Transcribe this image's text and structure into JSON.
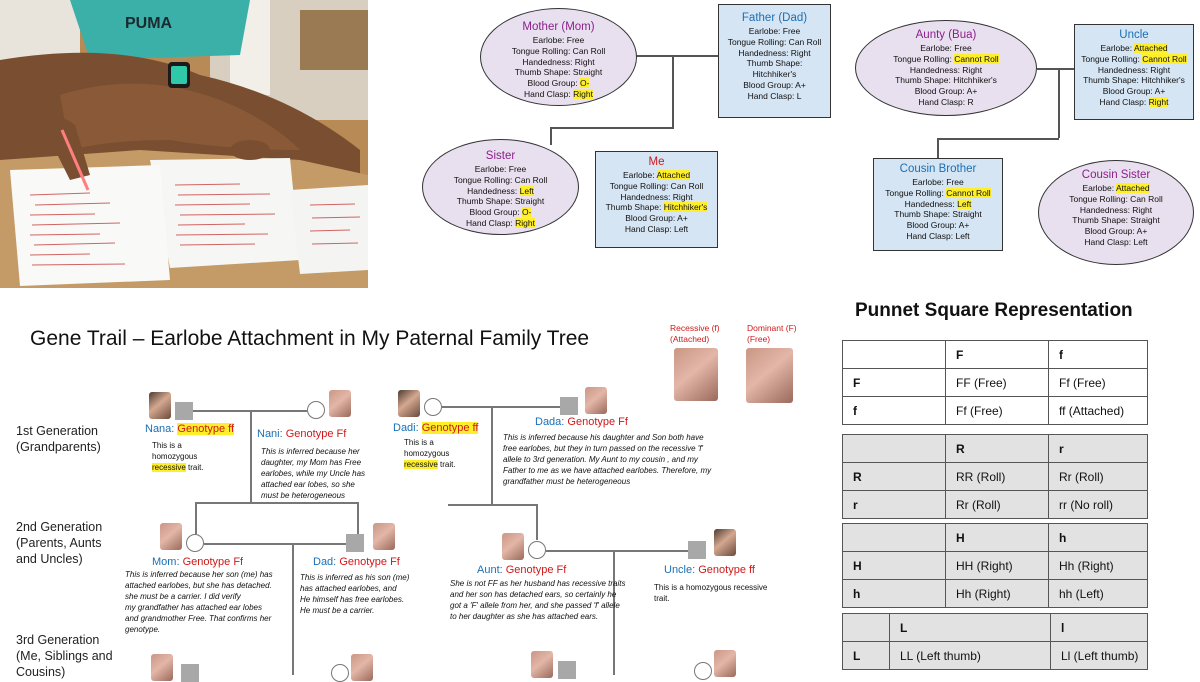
{
  "tree": {
    "mother": {
      "name": "Mother (Mom)",
      "lines": [
        "Earlobe: Free",
        "Tongue Rolling: Can Roll",
        "Handedness: Right",
        "Thumb Shape: Straight"
      ],
      "blood_label": "Blood Group: ",
      "blood_value": "O-",
      "clasp_label": "Hand Clasp: ",
      "clasp_value": "Right"
    },
    "father": {
      "name": "Father (Dad)",
      "lines": [
        "Earlobe: Free",
        "Tongue Rolling: Can Roll",
        "Handedness: Right",
        "Thumb Shape:",
        "Hitchhiker's",
        "Blood Group: A+",
        "Hand Clasp: L"
      ]
    },
    "aunty": {
      "name": "Aunty (Bua)",
      "earlobe": "Earlobe: Free",
      "tongue_label": "Tongue Rolling: ",
      "tongue_value": "Cannot Roll",
      "lines": [
        "Handedness: Right",
        "Thumb Shape: Hitchhiker's",
        "Blood Group: A+",
        "Hand Clasp: R"
      ]
    },
    "uncle": {
      "name": "Uncle",
      "earlobe_label": "Earlobe: ",
      "earlobe_value": "Attached",
      "tongue_label": "Tongue Rolling: ",
      "tongue_value": "Cannot Roll",
      "lines": [
        "Handedness: Right",
        "Thumb Shape: Hitchhiker's",
        "Blood Group: A+"
      ],
      "clasp_label": "Hand Clasp: ",
      "clasp_value": "Right"
    },
    "sister": {
      "name": "Sister",
      "lines": [
        "Earlobe: Free",
        "Tongue Rolling: Can Roll"
      ],
      "hand_label": "Handedness: ",
      "hand_value": "Left",
      "thumb": "Thumb Shape: Straight",
      "blood_label": "Blood Group: ",
      "blood_value": "O-",
      "clasp_label": "Hand Clasp: ",
      "clasp_value": "Right"
    },
    "me": {
      "name": "Me",
      "earlobe_label": "Earlobe: ",
      "earlobe_value": "Attached",
      "lines": [
        "Tongue Rolling: Can Roll",
        "Handedness: Right"
      ],
      "thumb_label": "Thumb Shape: ",
      "thumb_value": "Hitchhiker's",
      "tail": [
        "Blood Group: A+",
        "Hand Clasp: Left"
      ]
    },
    "cousin_brother": {
      "name": "Cousin Brother",
      "earlobe": "Earlobe: Free",
      "tongue_label": "Tongue Rolling: ",
      "tongue_value": "Cannot Roll",
      "hand_label": "Handedness: ",
      "hand_value": "Left",
      "lines": [
        "Thumb Shape: Straight",
        "Blood Group: A+",
        "Hand Clasp: Left"
      ]
    },
    "cousin_sister": {
      "name": "Cousin Sister",
      "earlobe_label": "Earlobe: ",
      "earlobe_value": "Attached",
      "lines": [
        "Tongue Rolling: Can Roll",
        "Handedness: Right",
        "Thumb Shape: Straight",
        "Blood Group: A+",
        "Hand Clasp: Left"
      ]
    }
  },
  "gene_trail": {
    "title": "Gene Trail – Earlobe Attachment in My Paternal Family Tree",
    "legend": {
      "recessive": "Recessive (f)",
      "recessive_sub": "(Attached)",
      "dominant": "Dominant (F)",
      "dominant_sub": "(Free)"
    },
    "generations": [
      {
        "line1": "1st Generation",
        "line2": "(Grandparents)"
      },
      {
        "line1": "2nd Generation",
        "line2": "(Parents, Aunts",
        "line3": "and Uncles)"
      },
      {
        "line1": "3rd Generation",
        "line2": "(Me, Siblings and",
        "line3": "Cousins)"
      }
    ],
    "nana": {
      "name": "Nana:",
      "genotype": "Genotype ff",
      "note1": "This is a",
      "note2": "homozygous",
      "note3_hl": "recessive",
      "note3_rest": " trait."
    },
    "nani": {
      "name": "Nani:",
      "genotype": "Genotype Ff",
      "note": [
        "This is inferred because her",
        "daughter, my Mom has Free",
        "earlobes, while my Uncle has",
        "attached ear lobes, so she",
        "must be heterogeneous"
      ]
    },
    "dadi": {
      "name": "Dadi:",
      "genotype": "Genotype ff",
      "note1": "This is a",
      "note2": "homozygous",
      "note3_hl": "recessive",
      "note3_rest": " trait."
    },
    "dada": {
      "name": "Dada:",
      "genotype": "Genotype Ff",
      "note": [
        "This is inferred because his daughter and Son both have",
        "free earlobes, but they in turn passed on the recessive 'f'",
        "allele to 3rd generation. My Aunt to my cousin , and my",
        "Father to me as we have attached earlobes. Therefore, my",
        "grandfather must be heterogeneous"
      ]
    },
    "mom": {
      "name": "Mom:",
      "genotype": "Genotype Ff",
      "note": [
        "This is inferred because her son (me) has",
        "attached earlobes, but she has detached.",
        "she must be a carrier. I did verify",
        "my grandfather has attached ear lobes",
        "and grandmother Free. That confirms her",
        "genotype."
      ]
    },
    "dad": {
      "name": "Dad:",
      "genotype": "Genotype Ff",
      "note": [
        "This is inferred as his son (me)",
        "has attached earlobes, and",
        "He himself has free earlobes.",
        "He must be a carrier."
      ]
    },
    "aunt": {
      "name": "Aunt:",
      "genotype": "Genotype Ff",
      "note": [
        "She is not FF as her husband has recessive traits",
        "and her son has detached ears, so certainly he",
        "got a 'F' allele from her, and she passed 'f' allele",
        "to her daughter as she has attached ears."
      ]
    },
    "uncle": {
      "name": "Uncle:",
      "genotype": "Genotype ff",
      "note": [
        "This is a homozygous recessive",
        "trait."
      ]
    }
  },
  "punnett": {
    "title": "Punnet Square Representation",
    "tables": [
      {
        "header": [
          "",
          "F",
          "f"
        ],
        "rows": [
          [
            "F",
            "FF (Free)",
            "Ff (Free)"
          ],
          [
            "f",
            "Ff (Free)",
            "ff (Attached)"
          ]
        ]
      },
      {
        "header": [
          "",
          "R",
          "r"
        ],
        "rows": [
          [
            "R",
            "RR (Roll)",
            "Rr (Roll)"
          ],
          [
            "r",
            "Rr (Roll)",
            "rr (No roll)"
          ]
        ]
      },
      {
        "header": [
          "",
          "H",
          "h"
        ],
        "rows": [
          [
            "H",
            "HH (Right)",
            "Hh (Right)"
          ],
          [
            "h",
            "Hh (Right)",
            "hh (Left)"
          ]
        ]
      },
      {
        "header": [
          "",
          "L",
          "l"
        ],
        "rows": [
          [
            "L",
            "LL (Left thumb)",
            "Ll (Left thumb)"
          ]
        ]
      }
    ]
  }
}
